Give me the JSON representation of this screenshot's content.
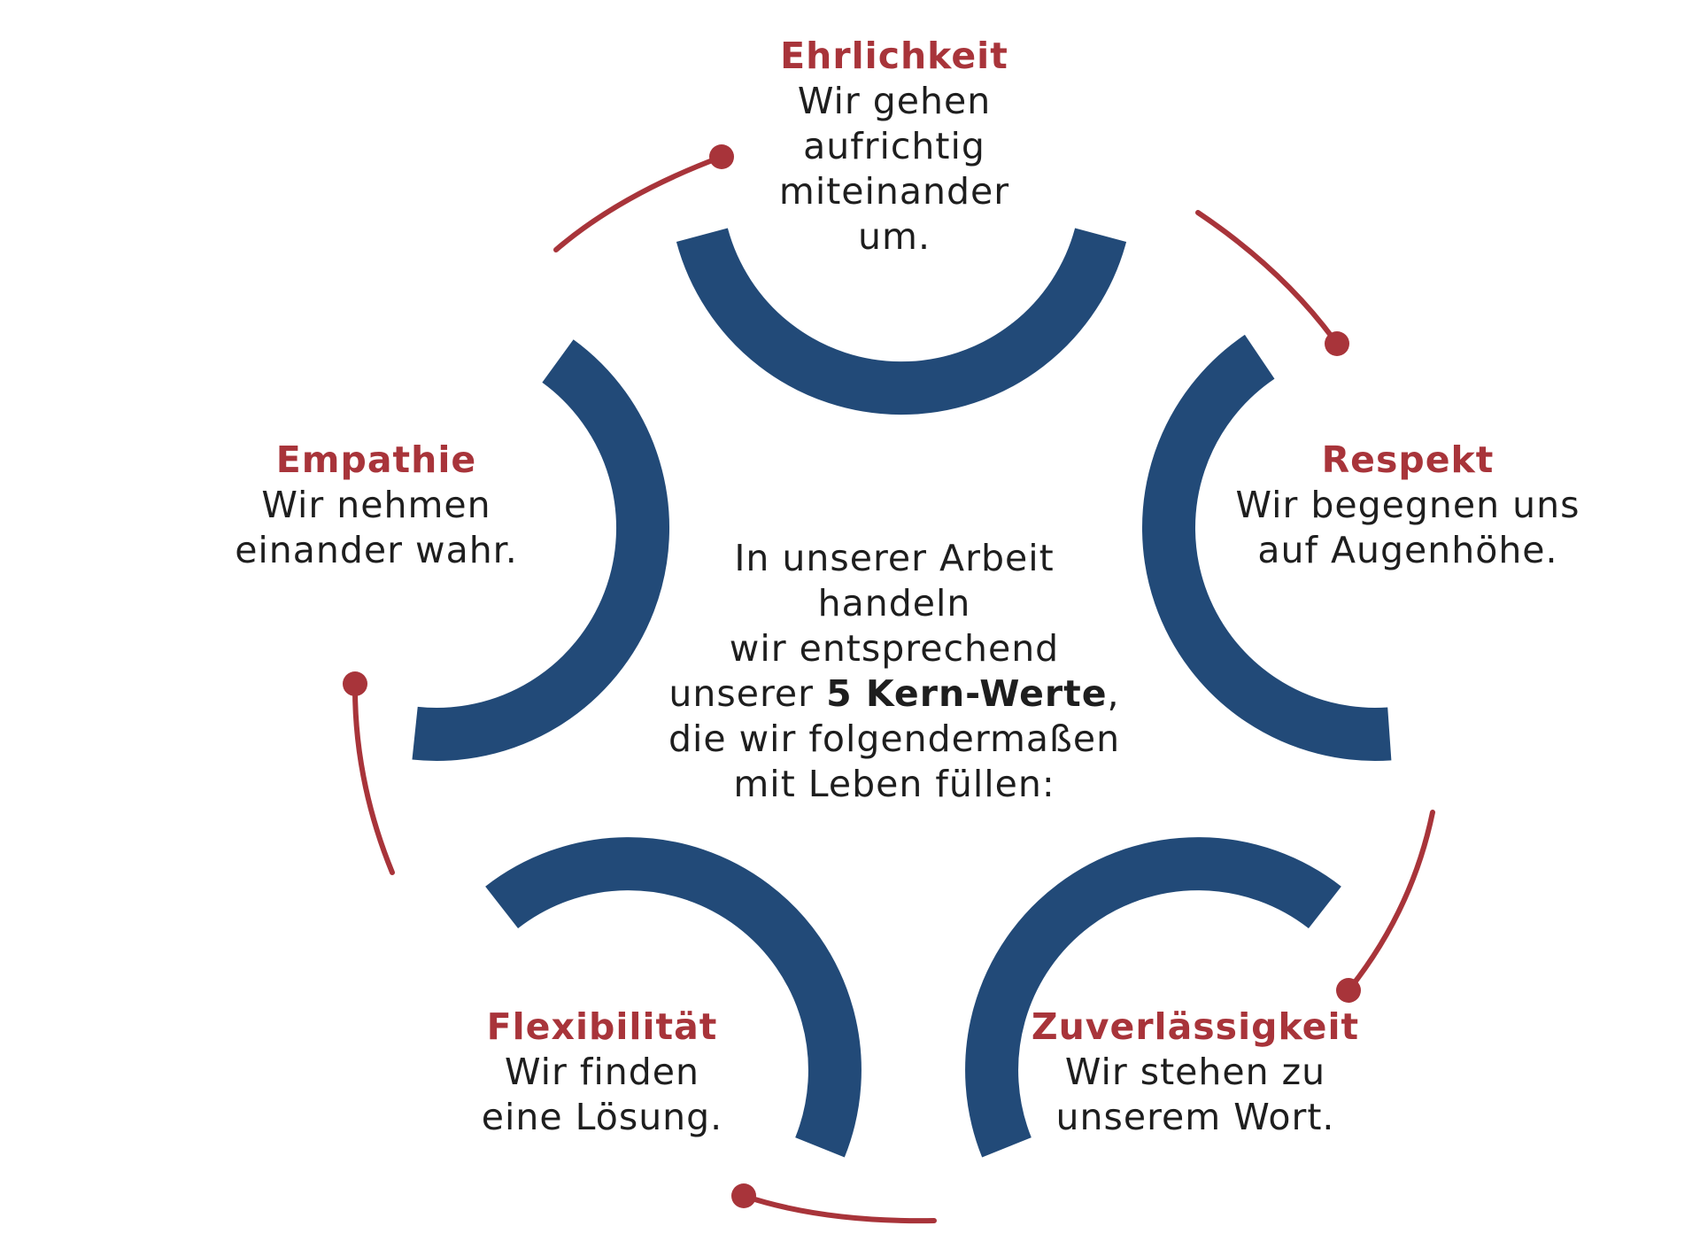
{
  "colors": {
    "ring": "#224a78",
    "accent": "#a8343a",
    "text": "#1e1e1e",
    "background": "#ffffff"
  },
  "center": {
    "lines": [
      "In unserer Arbeit",
      "handeln",
      "wir entsprechend"
    ],
    "line4_prefix": "unserer ",
    "line4_bold": "5 Kern-Werte",
    "line4_suffix": ",",
    "lines_after": [
      "die wir folgendermaßen",
      "mit Leben füllen:"
    ]
  },
  "values": [
    {
      "title": "Ehrlichkeit",
      "description": [
        "Wir gehen",
        "aufrichtig",
        "miteinander",
        "um."
      ]
    },
    {
      "title": "Respekt",
      "description": [
        "Wir begegnen uns",
        "auf Augenhöhe."
      ]
    },
    {
      "title": "Zuverlässigkeit",
      "description": [
        "Wir stehen zu",
        "unserem Wort."
      ]
    },
    {
      "title": "Flexibilität",
      "description": [
        "Wir finden",
        "eine Lösung."
      ]
    },
    {
      "title": "Empathie",
      "description": [
        "Wir nehmen",
        "einander wahr."
      ]
    }
  ]
}
